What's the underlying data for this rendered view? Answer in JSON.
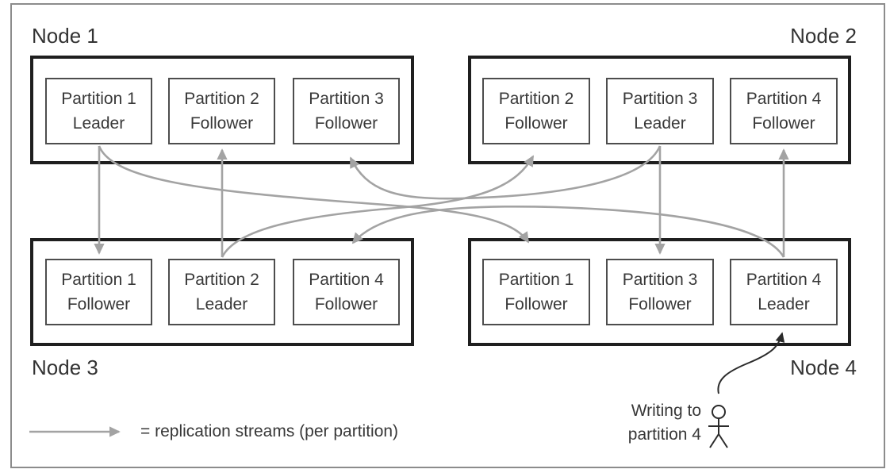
{
  "nodes": [
    {
      "label": "Node 1",
      "label_position": "top-left",
      "partitions": [
        {
          "name": "Partition 1",
          "role": "Leader"
        },
        {
          "name": "Partition 2",
          "role": "Follower"
        },
        {
          "name": "Partition 3",
          "role": "Follower"
        }
      ]
    },
    {
      "label": "Node 2",
      "label_position": "top-right",
      "partitions": [
        {
          "name": "Partition 2",
          "role": "Follower"
        },
        {
          "name": "Partition 3",
          "role": "Leader"
        },
        {
          "name": "Partition 4",
          "role": "Follower"
        }
      ]
    },
    {
      "label": "Node 3",
      "label_position": "bottom-left",
      "partitions": [
        {
          "name": "Partition 1",
          "role": "Follower"
        },
        {
          "name": "Partition 2",
          "role": "Leader"
        },
        {
          "name": "Partition 4",
          "role": "Follower"
        }
      ]
    },
    {
      "label": "Node 4",
      "label_position": "bottom-right",
      "partitions": [
        {
          "name": "Partition 1",
          "role": "Follower"
        },
        {
          "name": "Partition 3",
          "role": "Follower"
        },
        {
          "name": "Partition 4",
          "role": "Leader"
        }
      ]
    }
  ],
  "replication_streams": [
    {
      "partition": "Partition 1",
      "from": "Node 1",
      "to": "Node 3"
    },
    {
      "partition": "Partition 1",
      "from": "Node 1",
      "to": "Node 4"
    },
    {
      "partition": "Partition 2",
      "from": "Node 3",
      "to": "Node 1"
    },
    {
      "partition": "Partition 2",
      "from": "Node 3",
      "to": "Node 2"
    },
    {
      "partition": "Partition 3",
      "from": "Node 2",
      "to": "Node 4"
    },
    {
      "partition": "Partition 3",
      "from": "Node 2",
      "to": "Node 1"
    },
    {
      "partition": "Partition 4",
      "from": "Node 4",
      "to": "Node 2"
    },
    {
      "partition": "Partition 4",
      "from": "Node 4",
      "to": "Node 3"
    }
  ],
  "legend": {
    "text": "= replication streams (per partition)"
  },
  "annotation": {
    "line1": "Writing to",
    "line2": "partition 4",
    "target": "Partition 4 Leader"
  },
  "colors": {
    "stream_arrow": "#a3a3a3",
    "write_arrow": "#2b2b2b",
    "node_border": "#1f1f1f",
    "partition_border": "#4d4d4d",
    "outer_border": "#8c8c8c",
    "text": "#383838",
    "background": "#ffffff"
  }
}
